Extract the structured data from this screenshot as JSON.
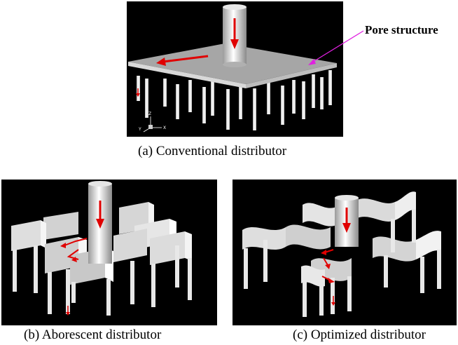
{
  "annotation": {
    "label": "Pore structure",
    "arrow_color": "#e020e0"
  },
  "panels": {
    "a": {
      "caption": "(a) Conventional distributor"
    },
    "b": {
      "caption": "(b) Aborescent distributor"
    },
    "c": {
      "caption": "(c) Optimized distributor"
    }
  },
  "axis_triad": {
    "x": "X",
    "y": "Y",
    "z": "Z"
  },
  "colors": {
    "background": "#000000",
    "surface": "#e8e8e8",
    "plate_top": "#a6a6a6",
    "flow_arrow": "#e00000"
  }
}
